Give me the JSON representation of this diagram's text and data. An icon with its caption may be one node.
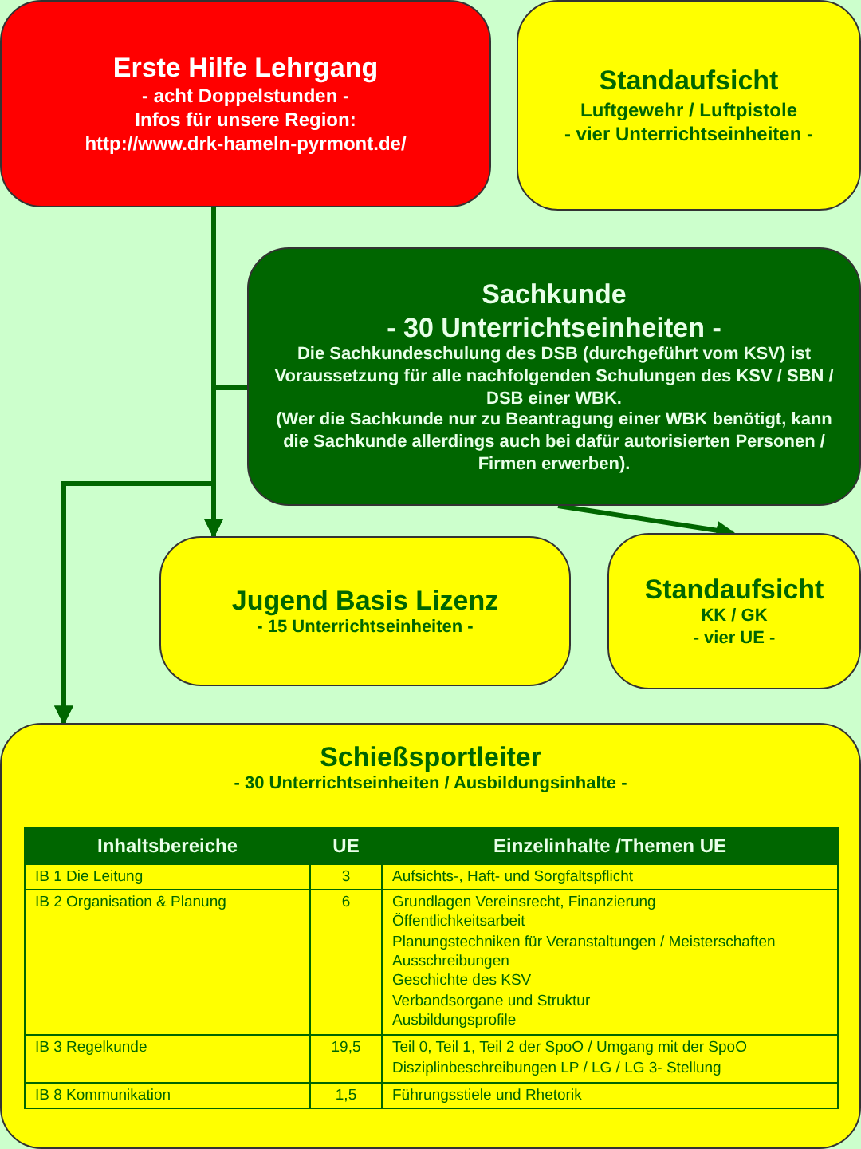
{
  "diagram": {
    "nodes": [
      {
        "text": [
          "Erste Hilfe Lehrgang",
          "- acht Doppelstunden -",
          "Infos für unsere Region:",
          "http://www.drk-hameln-pyrmont.de/"
        ]
      },
      {
        "text": [
          "Standaufsicht",
          "Luftgewehr / Luftpistole",
          "- vier Unterrichtseinheiten -"
        ]
      },
      {
        "text": [
          "Sachkunde",
          "- 30 Unterrichtseinheiten -",
          "Die Sachkundeschulung des DSB (durchgeführt vom KSV) ist Voraussetzung für alle nachfolgenden Schulungen des KSV / SBN / DSB einer WBK.",
          "(Wer die Sachkunde nur zu Beantragung einer WBK benötigt, kann die Sachkunde allerdings auch bei dafür autorisierten Personen / Firmen erwerben)."
        ]
      },
      {
        "text": [
          "Jugend Basis Lizenz",
          "- 15 Unterrichtseinheiten -"
        ]
      },
      {
        "text": [
          "Standaufsicht",
          "KK / GK",
          "- vier UE -"
        ]
      },
      {
        "text": [
          "Schießsportleiter",
          "- 30 Unterrichtseinheiten / Ausbildungsinhalte -"
        ]
      }
    ],
    "edges": [
      {
        "from": 0,
        "to": 3,
        "arrow": "to"
      },
      {
        "from": 0,
        "to": 5,
        "arrow": "to"
      },
      {
        "from": 2,
        "to": 3,
        "arrow": "to"
      },
      {
        "from": 2,
        "to": 5,
        "arrow": "to"
      },
      {
        "from": 2,
        "to": 4,
        "arrow": "to"
      }
    ],
    "labels": [
      "Inhaltsbereiche",
      "UE",
      "Einzelinhalte /Themen UE",
      "IB 1 Die Leitung",
      "3",
      "Aufsichts-, Haft- und Sorgfaltspflicht",
      "IB 2 Organisation & Planung",
      "6",
      "Grundlagen Vereinsrecht, Finanzierung",
      "Öffentlichkeitsarbeit",
      "Planungstechniken für Veranstaltungen / Meisterschaften",
      "Ausschreibungen",
      "Geschichte des KSV",
      "Verbandsorgane und Struktur",
      "Ausbildungsprofile",
      "IB 3 Regelkunde",
      "19,5",
      "Teil 0, Teil 1, Teil 2 der SpoO / Umgang mit der SpoO",
      "Disziplinbeschreibungen LP / LG / LG 3- Stellung",
      "IB 8 Kommunikation",
      "1,5",
      "Führungsstiele und Rhetorik"
    ]
  }
}
